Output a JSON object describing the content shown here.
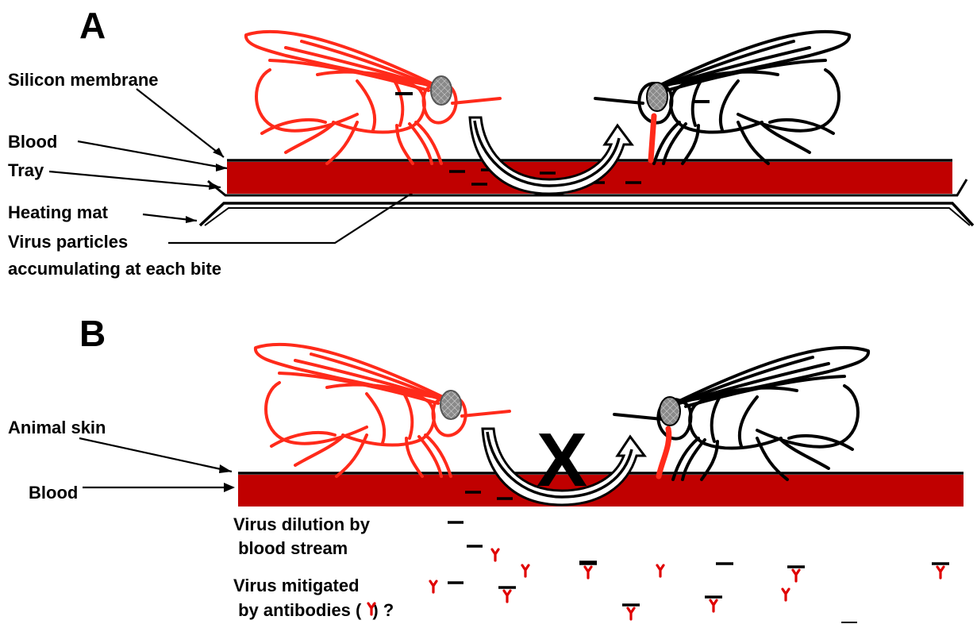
{
  "panel_a": {
    "letter": "A",
    "labels": {
      "silicon_membrane": "Silicon membrane",
      "blood": "Blood",
      "tray": "Tray",
      "heating_mat": "Heating mat",
      "virus_line1": "Virus particles",
      "virus_line2": "accumulating at each bite"
    }
  },
  "panel_b": {
    "letter": "B",
    "labels": {
      "animal_skin": "Animal skin",
      "blood": "Blood",
      "dilution_line1": "Virus dilution by",
      "dilution_line2": " blood stream",
      "mitigated_line1": "Virus mitigated",
      "mitigated_line2_pre": " by antibodies (",
      "mitigated_line2_post": ") ?"
    },
    "blocked_symbol": "X"
  },
  "colors": {
    "blood": "#c00000",
    "infected_fly": "#ff2a1a",
    "naive_fly": "#000000",
    "eye": "#808080",
    "antibody": "#e00000"
  },
  "icons": {
    "infected_fly": "fly-icon",
    "naive_fly": "fly-icon",
    "transmission": "curved-arrow-icon",
    "antibody": "antibody-icon",
    "virus_particle": "virus-dash-icon"
  }
}
